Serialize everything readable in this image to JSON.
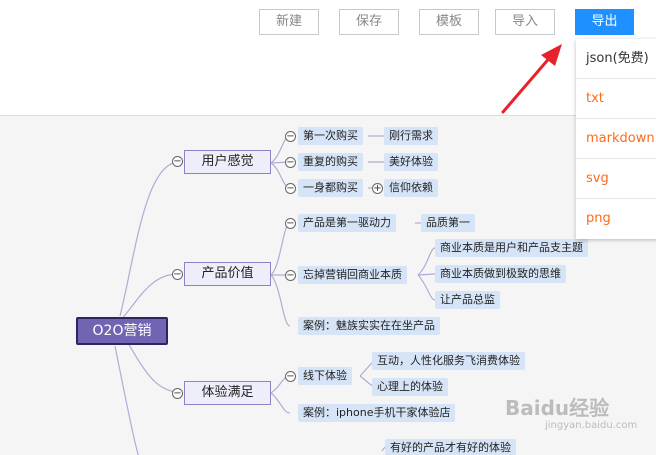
{
  "toolbar": {
    "new_label": "新建",
    "save_label": "保存",
    "template_label": "模板",
    "import_label": "导入",
    "export_label": "导出"
  },
  "export_menu": {
    "items": [
      "json(免费)",
      "txt",
      "markdown",
      "svg",
      "png"
    ]
  },
  "mindmap": {
    "root": "O2O营销",
    "branches": [
      {
        "label": "用户感觉",
        "children": [
          {
            "label": "第一次购买",
            "leaf": "刚行需求"
          },
          {
            "label": "重复的购买",
            "leaf": "美好体验"
          },
          {
            "label": "一身都购买",
            "leaf": "信仰依赖"
          }
        ]
      },
      {
        "label": "产品价值",
        "children": [
          {
            "label": "产品是第一驱动力",
            "leaf": "品质第一"
          },
          {
            "label": "忘掉营销回商业本质",
            "leaves": [
              "商业本质是用户和产品支主题",
              "商业本质做到极致的思维",
              "让产品总监"
            ]
          },
          {
            "label": "案例：魅族实实在在坐产品"
          }
        ]
      },
      {
        "label": "体验满足",
        "children": [
          {
            "label": "线下体验",
            "leaves": [
              "互动，人性化服务飞消费体验",
              "心理上的体验"
            ]
          },
          {
            "label": "案例：iphone手机干家体验店"
          }
        ]
      },
      {
        "children": [
          {
            "leaf": "有好的产品才有好的体验"
          }
        ]
      }
    ]
  },
  "watermark": {
    "brand": "Baidu经验",
    "domain": "jingyan.baidu.com"
  },
  "colors": {
    "export_button": "#1e90ff",
    "menu_item_text": "#ff6a1a",
    "root_fill": "#7165b3",
    "connector": "#b3abd6",
    "annotation_arrow": "#e8222d"
  }
}
